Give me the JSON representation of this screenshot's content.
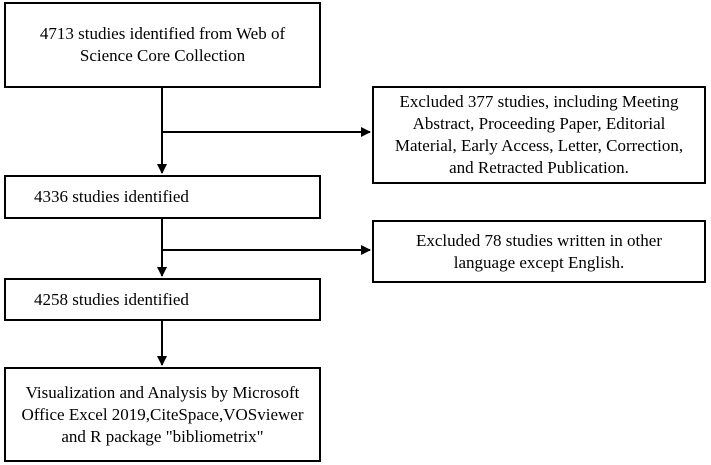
{
  "flow": {
    "step1": "4713 studies identified from Web of Science Core Collection",
    "exclusion1": "Excluded 377 studies, including Meeting Abstract, Proceeding Paper, Editorial Material, Early Access, Letter, Correction, and Retracted Publication.",
    "step2": "4336 studies identified",
    "exclusion2": "Excluded 78 studies written in other language except English.",
    "step3": "4258 studies identified",
    "step4": "Visualization and Analysis by Microsoft Office Excel 2019,CiteSpace,VOSviewer and R package \"bibliometrix\""
  }
}
